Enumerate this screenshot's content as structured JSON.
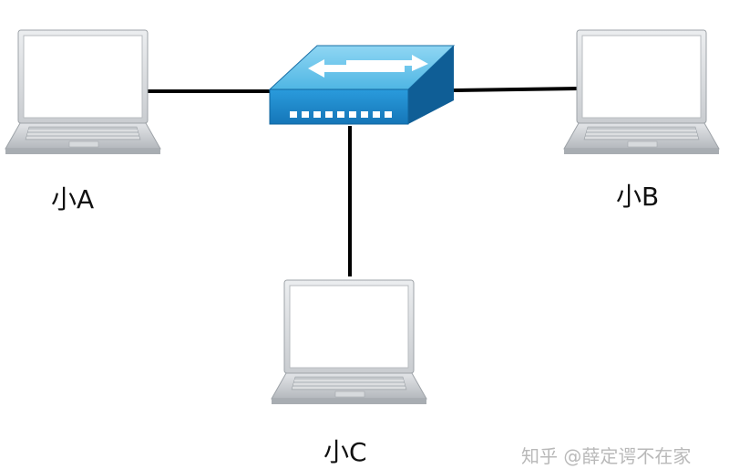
{
  "diagram": {
    "nodes": [
      {
        "id": "a",
        "label": "小A",
        "type": "laptop"
      },
      {
        "id": "b",
        "label": "小B",
        "type": "laptop"
      },
      {
        "id": "c",
        "label": "小C",
        "type": "laptop"
      },
      {
        "id": "sw",
        "type": "switch",
        "icon": "network-switch-icon"
      }
    ],
    "edges": [
      {
        "from": "a",
        "to": "sw"
      },
      {
        "from": "sw",
        "to": "b"
      },
      {
        "from": "sw",
        "to": "c"
      }
    ]
  },
  "watermark": "知乎 @薛定谔不在家",
  "colors": {
    "switch_top": "#6fc8ec",
    "switch_front": "#1d8ed0",
    "link": "#000000",
    "laptop_frame": "#d6d8db",
    "laptop_screen": "#ffffff"
  }
}
